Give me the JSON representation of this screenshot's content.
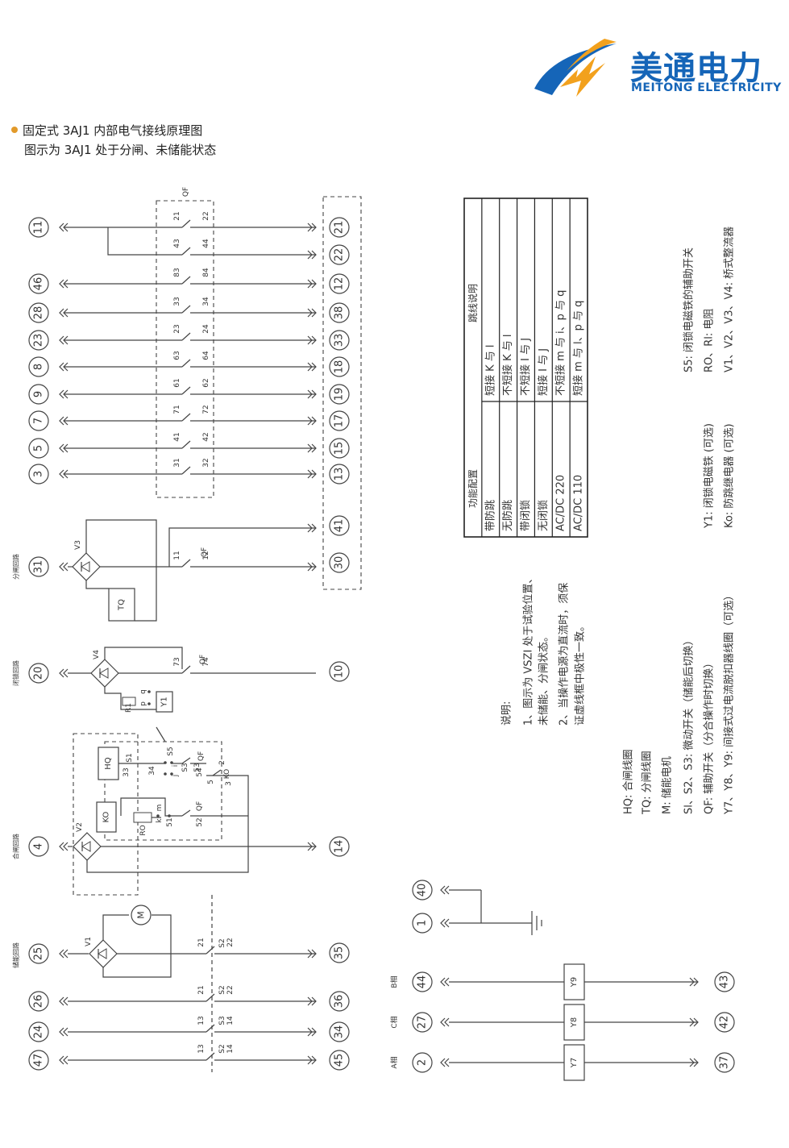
{
  "header": {
    "title": "固定式 3AJ1 内部电气接线原理图",
    "subtitle": "图示为 3AJ1 处于分闸、未储能状态"
  },
  "logo": {
    "cn": "美通电力",
    "en": "MEITONG ELECTRICITY"
  },
  "colors": {
    "accent": "#e29a2a",
    "brand_blue": "#1565b8",
    "line": "#444444"
  },
  "diagram": {
    "qf_label": "QF",
    "top_rows": [
      {
        "left": "11",
        "right": "21",
        "c1": "21",
        "c2": "22"
      },
      {
        "left": "",
        "right": "22",
        "c1": "43",
        "c2": "44"
      },
      {
        "left": "46",
        "right": "12",
        "c1": "83",
        "c2": "84"
      },
      {
        "left": "28",
        "right": "38",
        "c1": "33",
        "c2": "34"
      },
      {
        "left": "23",
        "right": "33",
        "c1": "23",
        "c2": "24"
      },
      {
        "left": "8",
        "right": "18",
        "c1": "63",
        "c2": "64"
      },
      {
        "left": "9",
        "right": "19",
        "c1": "61",
        "c2": "62"
      },
      {
        "left": "7",
        "right": "17",
        "c1": "71",
        "c2": "72"
      },
      {
        "left": "5",
        "right": "15",
        "c1": "41",
        "c2": "42"
      },
      {
        "left": "3",
        "right": "13",
        "c1": "31",
        "c2": "32"
      }
    ],
    "trip_circuit": {
      "group": "分闸回路",
      "left": "31",
      "right_top": "41",
      "right_bottom": "30",
      "rect": "V3",
      "coil": "TQ",
      "c1": "11",
      "c2": "12",
      "sw": "QF"
    },
    "lock_circuit": {
      "group": "闭锁回路",
      "left": "20",
      "right": "10",
      "rect": "V4",
      "coil": "Y1",
      "res": "R1",
      "p": "p",
      "q": "q",
      "c1": "73",
      "c2": "74",
      "sw": "QF"
    },
    "close_circuit": {
      "group": "合闸回路",
      "left": "4",
      "right": "14",
      "rect": "V2",
      "hq": "HQ",
      "ko": "KO",
      "ro": "RO",
      "s1": "S1",
      "s5": "S5",
      "s3": "S3",
      "ko2": "KO",
      "n33": "33",
      "n34": "34",
      "n53": "53",
      "n54": "54",
      "n51": "51",
      "n52": "52",
      "n2": "2",
      "n3": "3",
      "n5": "5",
      "k": "k",
      "l": "l",
      "m": "m",
      "i": "i",
      "j": "j",
      "sw": "QF"
    },
    "store_circuit": {
      "group": "储能回路",
      "left": "25",
      "right": "35",
      "rect": "V1",
      "motor": "M",
      "c1": "21",
      "c2": "22",
      "sw": "S2"
    },
    "bottom_rows": [
      {
        "left": "26",
        "right": "36",
        "c1": "21",
        "c2": "22",
        "sw": "S2"
      },
      {
        "left": "24",
        "right": "34",
        "c1": "13",
        "c2": "14",
        "sw": "S3"
      },
      {
        "left": "47",
        "right": "45",
        "c1": "13",
        "c2": "14",
        "sw": "S2"
      }
    ],
    "ground": {
      "a": "40",
      "b": "1"
    },
    "phases": [
      {
        "phase": "B相",
        "left": "44",
        "coil": "Y9",
        "right": "43"
      },
      {
        "phase": "C相",
        "left": "27",
        "coil": "Y8",
        "right": "42"
      },
      {
        "phase": "A相",
        "left": "2",
        "coil": "Y7",
        "right": "37"
      }
    ]
  },
  "table": {
    "headers": [
      "功能配置",
      "跳线说明"
    ],
    "rows": [
      [
        "带防跳",
        "短接 K 与 l"
      ],
      [
        "无防跳",
        "不短接 K 与 l"
      ],
      [
        "带闭锁",
        "不短接 I 与 J"
      ],
      [
        "无闭锁",
        "短接 I 与 J"
      ],
      [
        "AC/DC 220",
        "不短接 m 与 i、p 与 q"
      ],
      [
        "AC/DC 110",
        "短接 m 与 l、p 与 q"
      ]
    ]
  },
  "notes": {
    "title": "说明:",
    "lines": [
      "1、图示为 VSZI 处于试验位置、",
      "未储能、分闸状态。",
      "2、当操作电源为直流时，须保",
      "证虚线框中极性一致。"
    ]
  },
  "legend": [
    "HQ: 合闸线圈",
    "TQ: 分闸线圈",
    "M: 储能电机",
    "Sl、S2、S3: 微动开关（储能后切换）",
    "QF: 辅助开关（分合操作时切换）",
    "Y7、Y8、Y9: 间接式过电流脱扣器线圈（可选）",
    "Y1: 闭锁电磁铁 (可选)",
    "Ko: 防跳继电器 (可选)",
    "S5: 闭锁电磁铁的辅助开关",
    "RO、Rl: 电阻",
    "V1、V2、V3、V4: 桥式整流器"
  ]
}
